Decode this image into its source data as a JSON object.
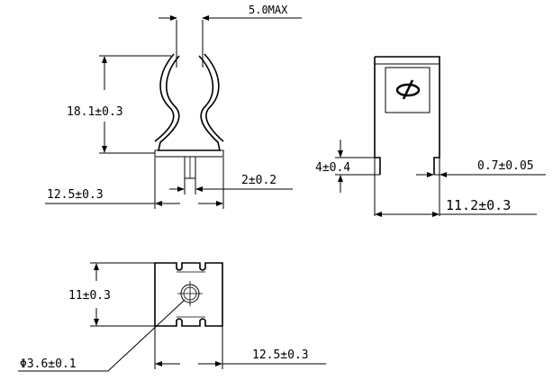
{
  "front_view": {
    "width_label": "5.0MAX",
    "height_label": "18.1±0.3",
    "base_label": "12.5±0.3",
    "pin_label": "2±0.2"
  },
  "side_view": {
    "tab_label": "4±0.4",
    "thickness_label": "0.7±0.05",
    "width_label": "11.2±0.3",
    "logo_icon": "phi-logo-icon"
  },
  "bottom_view": {
    "height_label": "11±0.3",
    "hole_label": "Φ3.6±0.1",
    "width_label": "12.5±0.3"
  }
}
